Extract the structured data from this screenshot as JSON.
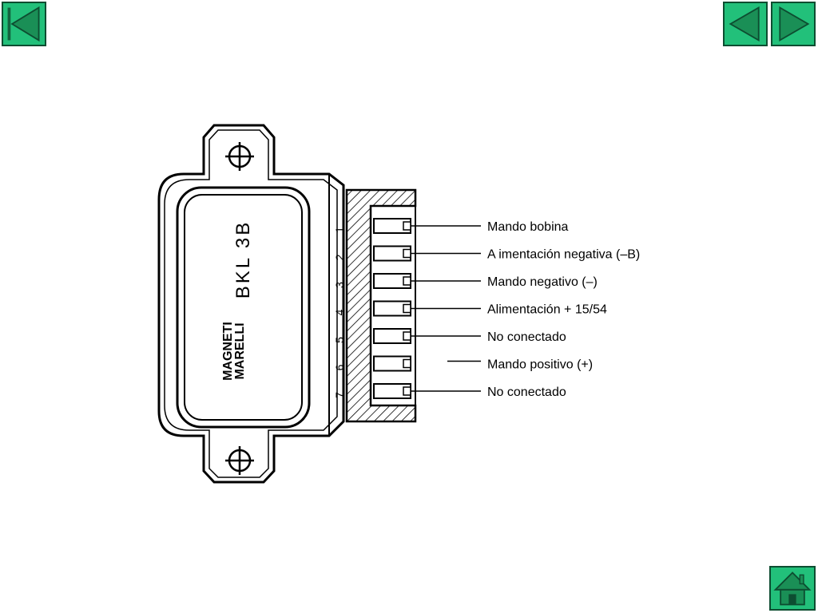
{
  "navigation": {
    "first_icon": "first-slide-icon",
    "prev_icon": "previous-slide-icon",
    "next_icon": "next-slide-icon",
    "home_icon": "home-icon",
    "button_color": "#22c07a",
    "border_color": "#0d4d31"
  },
  "module": {
    "brand_line1": "MAGNETI",
    "brand_line2": "MARELLI",
    "model": "BKL 3B"
  },
  "pins": [
    {
      "number": "1",
      "label": "Mando bobina"
    },
    {
      "number": "2",
      "label": "A imentación negativa (–B)"
    },
    {
      "number": "3",
      "label": "Mando negativo (–)"
    },
    {
      "number": "4",
      "label": "Alimentación + 15/54"
    },
    {
      "number": "5",
      "label": "No conectado"
    },
    {
      "number": "6",
      "label": "Mando positivo (+)"
    },
    {
      "number": "7",
      "label": "No conectado"
    }
  ]
}
